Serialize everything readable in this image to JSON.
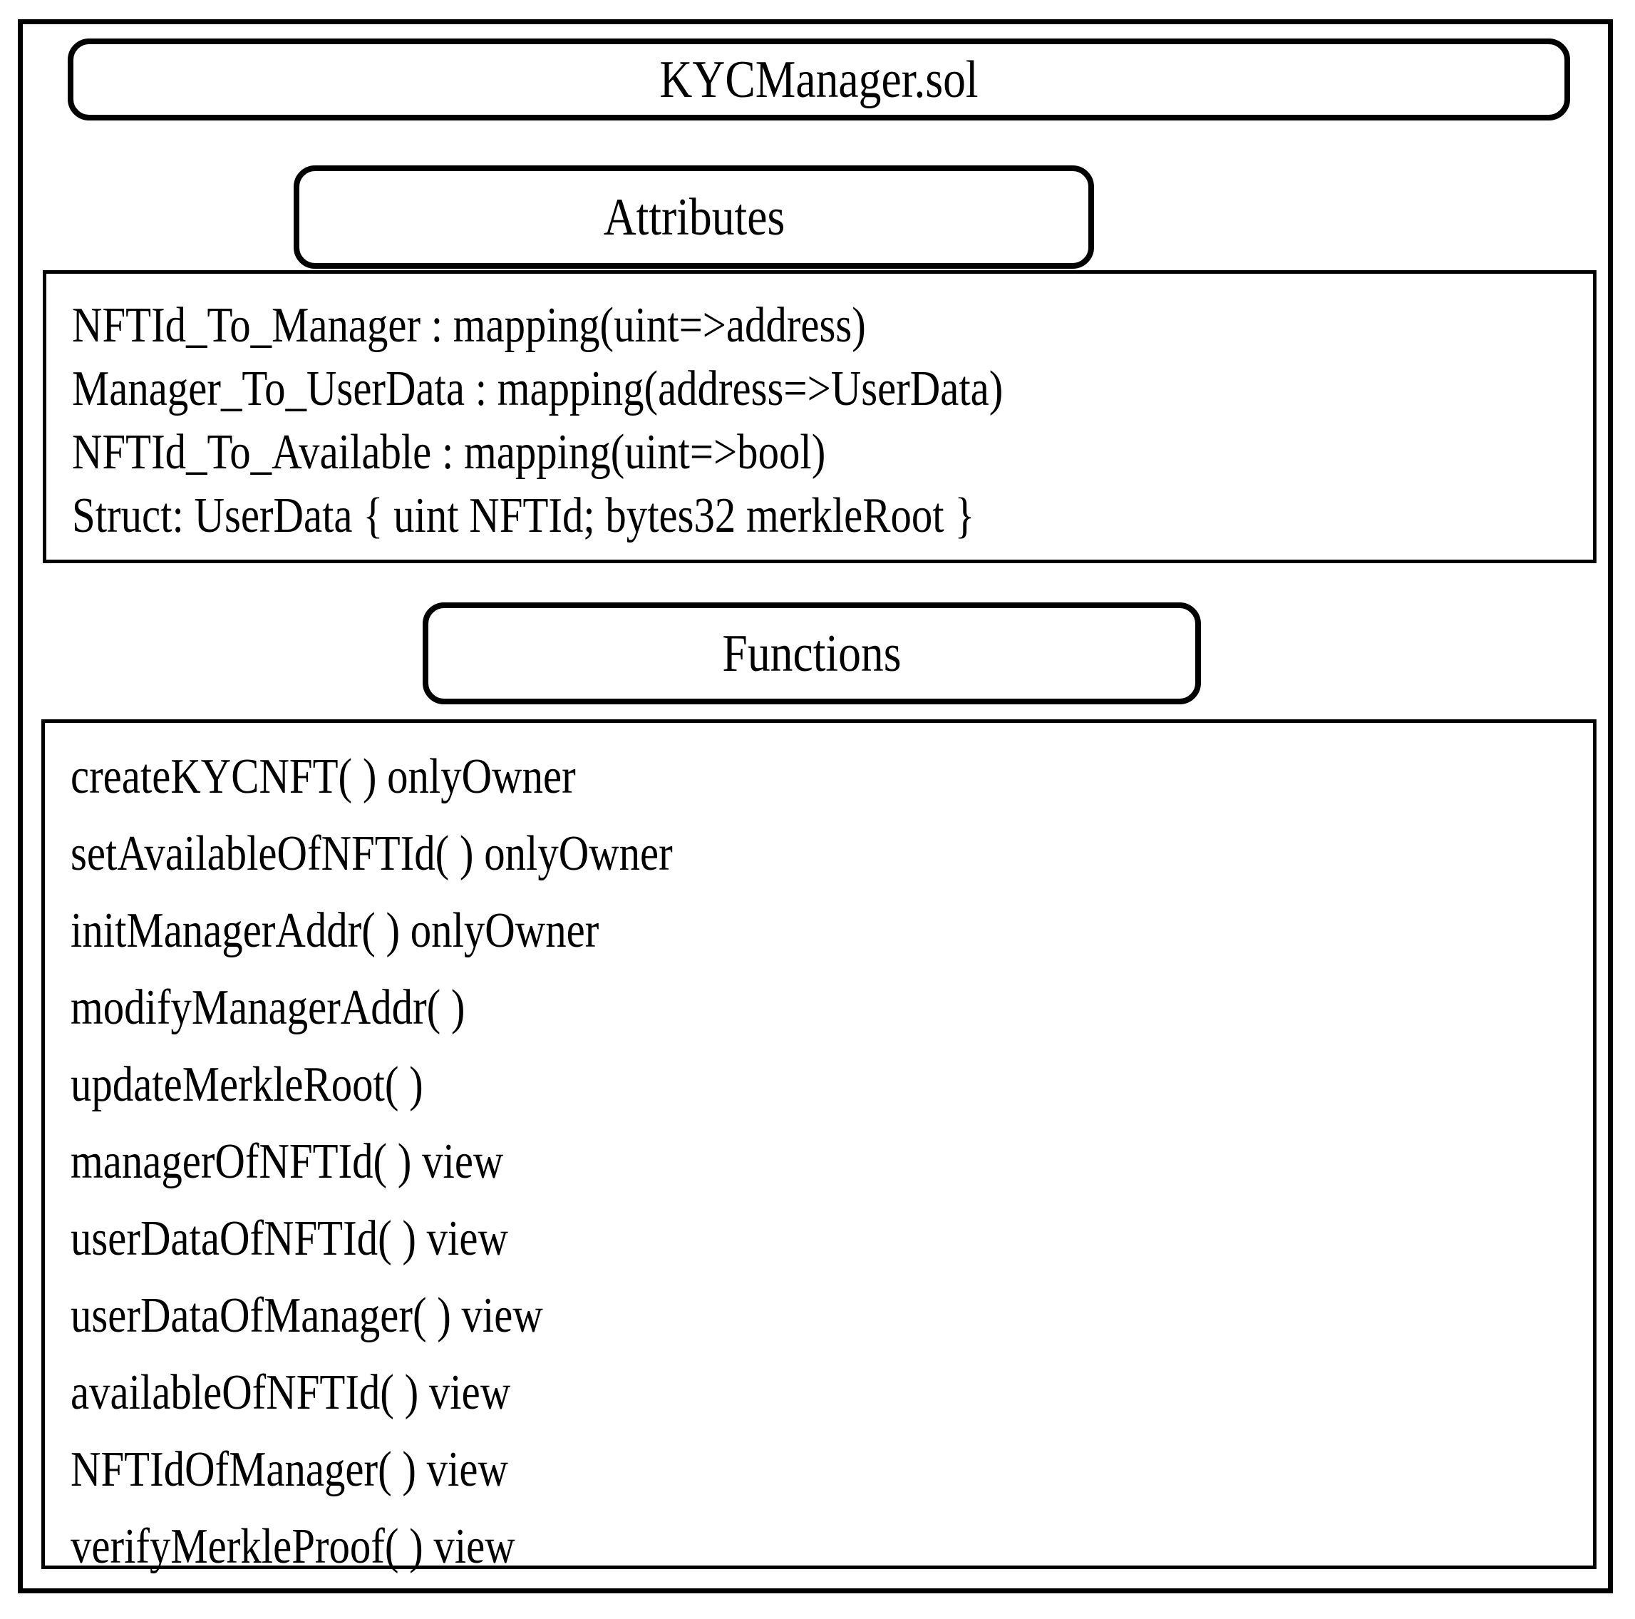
{
  "diagram": {
    "type": "uml-class",
    "title": "KYCManager.sol",
    "sections": {
      "attributes_label": "Attributes",
      "functions_label": "Functions"
    },
    "attributes": [
      "NFTId_To_Manager : mapping(uint=>address)",
      "Manager_To_UserData : mapping(address=>UserData)",
      "NFTId_To_Available : mapping(uint=>bool)",
      "Struct: UserData { uint NFTId; bytes32 merkleRoot }"
    ],
    "functions": [
      "createKYCNFT( ) onlyOwner",
      "setAvailableOfNFTId( ) onlyOwner",
      "initManagerAddr( ) onlyOwner",
      "modifyManagerAddr( )",
      "updateMerkleRoot( )",
      "managerOfNFTId( ) view",
      "userDataOfNFTId( ) view",
      "userDataOfManager( ) view",
      "availableOfNFTId( ) view",
      "NFTIdOfManager( ) view",
      "verifyMerkleProof( ) view"
    ],
    "colors": {
      "stroke": "#000000",
      "fill": "#ffffff",
      "text": "#000000"
    }
  }
}
